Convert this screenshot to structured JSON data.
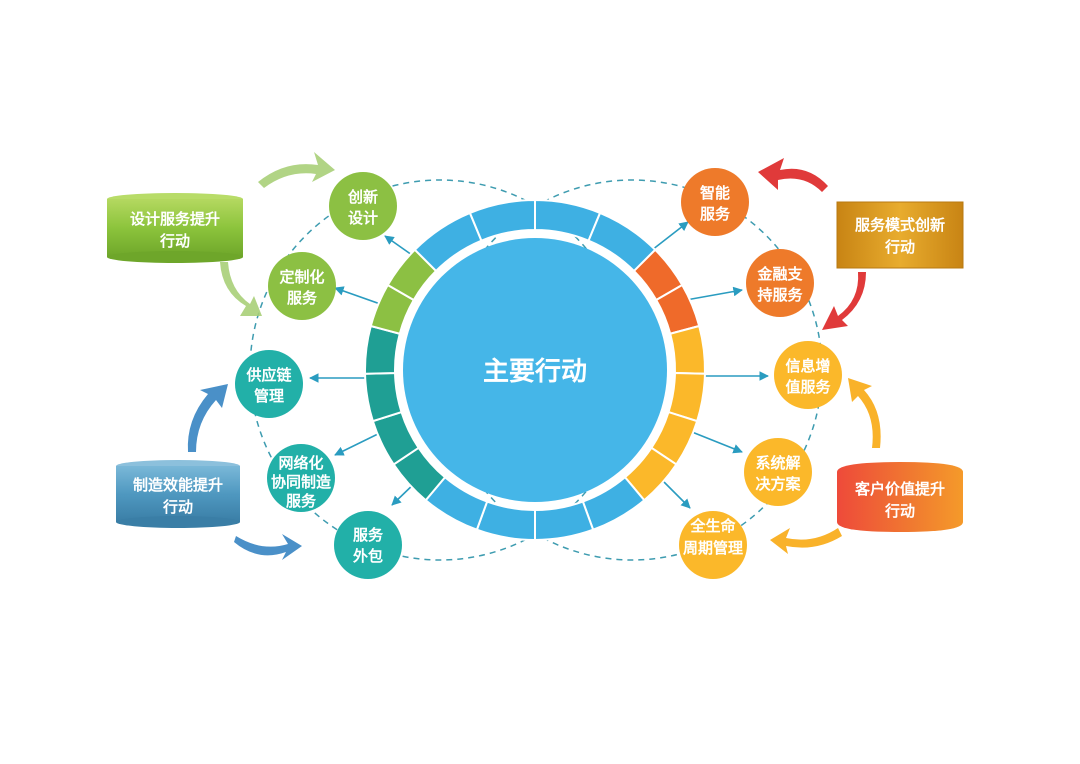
{
  "center": {
    "label": "主要行动",
    "color": "#45b6e8"
  },
  "colors": {
    "ring_blue": "#3eb0e3",
    "green": "#8cc043",
    "teal": "#1f9f94",
    "teal_node": "#22b0a8",
    "orange": "#ee7a2a",
    "orange_ring": "#ef6a2a",
    "yellow": "#fbb82a",
    "dash": "#3e9cb0"
  },
  "action_groups": [
    {
      "id": "design",
      "label_line1": "设计服务提升",
      "label_line2": "行动",
      "color": "#8cc43c"
    },
    {
      "id": "manufacturing",
      "label_line1": "制造效能提升",
      "label_line2": "行动",
      "color": "#4f98c0"
    },
    {
      "id": "business_model",
      "label_line1": "服务模式创新",
      "label_line2": "行动",
      "color": "#d9991e"
    },
    {
      "id": "customer_value",
      "label_line1": "客户价值提升",
      "label_line2": "行动",
      "color": "#ef5a3a"
    }
  ],
  "nodes": [
    {
      "id": "innovative-design",
      "lines": [
        "创新",
        "设计"
      ],
      "group": "design"
    },
    {
      "id": "customization",
      "lines": [
        "定制化",
        "服务"
      ],
      "group": "design"
    },
    {
      "id": "supply-chain",
      "lines": [
        "供应链",
        "管理"
      ],
      "group": "manufacturing"
    },
    {
      "id": "networked-manufacturing",
      "lines": [
        "网络化",
        "协同制造",
        "服务"
      ],
      "group": "manufacturing"
    },
    {
      "id": "service-outsourcing",
      "lines": [
        "服务",
        "外包"
      ],
      "group": "manufacturing"
    },
    {
      "id": "smart-service",
      "lines": [
        "智能",
        "服务"
      ],
      "group": "business_model"
    },
    {
      "id": "financial-support",
      "lines": [
        "金融支",
        "持服务"
      ],
      "group": "business_model"
    },
    {
      "id": "info-value-added",
      "lines": [
        "信息增",
        "值服务"
      ],
      "group": "customer_value"
    },
    {
      "id": "system-solution",
      "lines": [
        "系统解",
        "决方案"
      ],
      "group": "customer_value"
    },
    {
      "id": "lifecycle-management",
      "lines": [
        "全生命",
        "周期管理"
      ],
      "group": "customer_value"
    }
  ]
}
